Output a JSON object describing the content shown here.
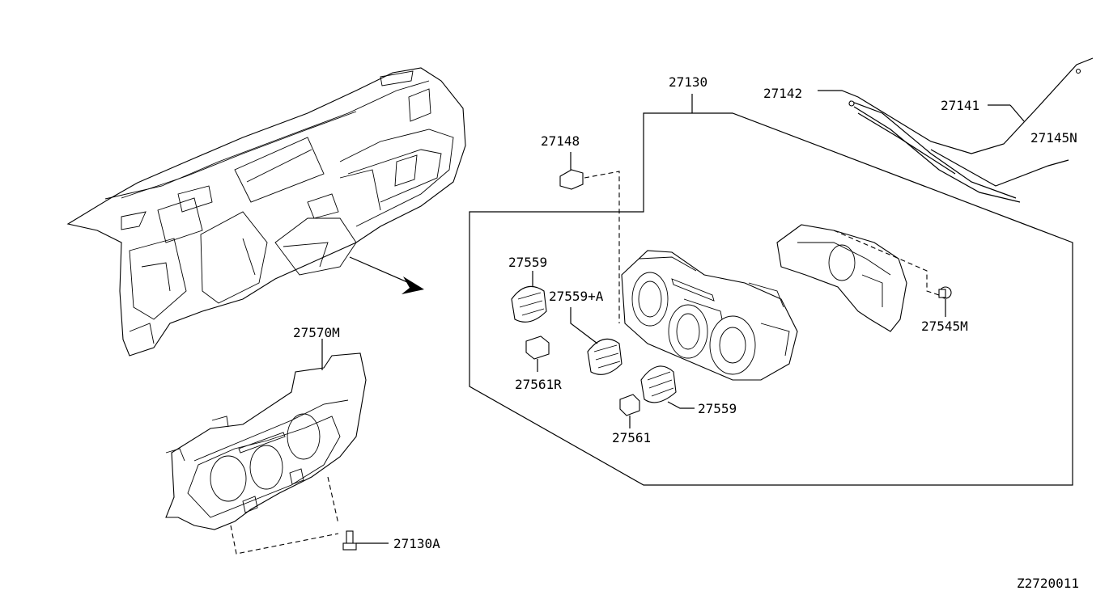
{
  "labels": {
    "p27130": "27130",
    "p27142": "27142",
    "p27141": "27141",
    "p27145N": "27145N",
    "p27148": "27148",
    "p27559_left": "27559",
    "p27559_plus_a": "27559+A",
    "p27561R": "27561R",
    "p27559_right": "27559",
    "p27561": "27561",
    "p27545M": "27545M",
    "p27570M": "27570M",
    "p27130A": "27130A"
  },
  "diagram_id": "Z2720011"
}
